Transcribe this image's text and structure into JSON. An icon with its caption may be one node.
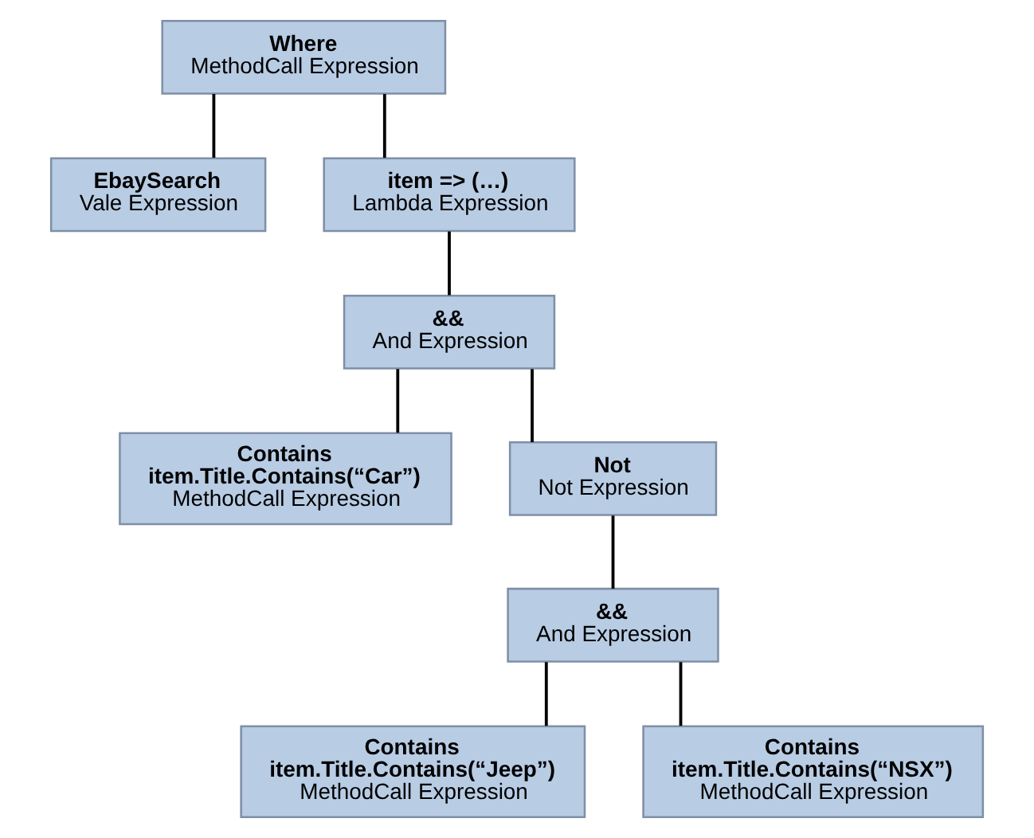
{
  "diagram": {
    "nodes": [
      {
        "text": [
          "Where",
          "MethodCall Expression"
        ]
      },
      {
        "text": [
          "EbaySearch",
          "Vale Expression"
        ]
      },
      {
        "text": [
          "item => (…)",
          "Lambda Expression"
        ]
      },
      {
        "text": [
          "&&",
          "And Expression"
        ]
      },
      {
        "text": [
          "Contains",
          "item.Title.Contains(“Car”)",
          "MethodCall Expression"
        ]
      },
      {
        "text": [
          "Not",
          "Not Expression"
        ]
      },
      {
        "text": [
          "&&",
          "And Expression"
        ]
      },
      {
        "text": [
          "Contains",
          "item.Title.Contains(“Jeep”)",
          "MethodCall Expression"
        ]
      },
      {
        "text": [
          "Contains",
          "item.Title.Contains(“NSX”)",
          "MethodCall Expression"
        ]
      }
    ],
    "edges": [
      {
        "from": 0,
        "to": 1,
        "arrow": "none"
      },
      {
        "from": 0,
        "to": 2,
        "arrow": "none"
      },
      {
        "from": 2,
        "to": 3,
        "arrow": "none"
      },
      {
        "from": 3,
        "to": 4,
        "arrow": "none"
      },
      {
        "from": 3,
        "to": 5,
        "arrow": "none"
      },
      {
        "from": 5,
        "to": 6,
        "arrow": "none"
      },
      {
        "from": 6,
        "to": 7,
        "arrow": "none"
      },
      {
        "from": 6,
        "to": 8,
        "arrow": "none"
      }
    ]
  }
}
